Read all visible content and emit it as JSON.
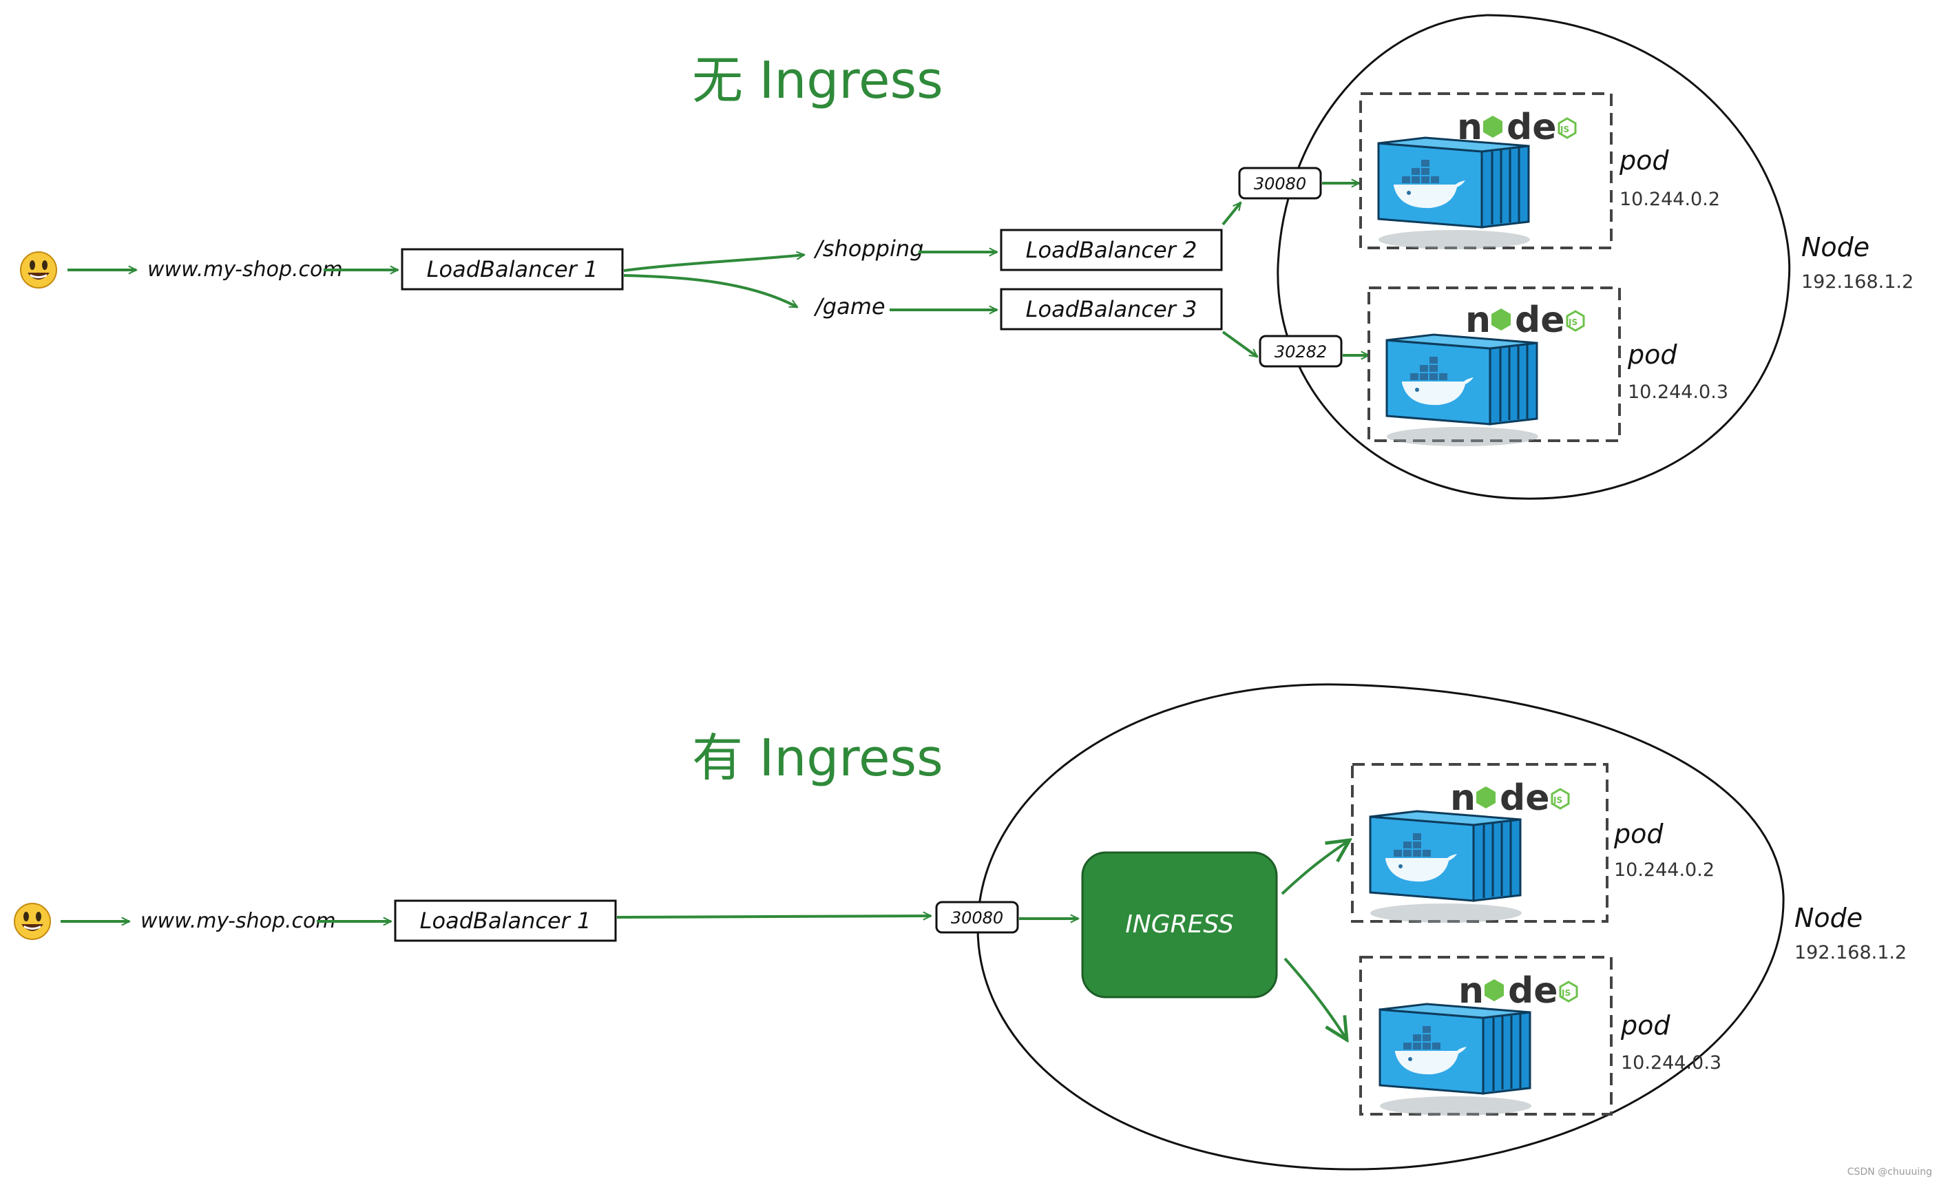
{
  "top": {
    "title": "无 Ingress",
    "domain": "www.my-shop.com",
    "lb1": "LoadBalancer 1",
    "path1": "/shopping",
    "path2": "/game",
    "lb2": "LoadBalancer 2",
    "lb3": "LoadBalancer 3",
    "port1": "30080",
    "port2": "30282",
    "pod1": {
      "label": "pod",
      "ip": "10.244.0.2"
    },
    "pod2": {
      "label": "pod",
      "ip": "10.244.0.3"
    },
    "node": {
      "label": "Node",
      "ip": "192.168.1.2"
    }
  },
  "bottom": {
    "title": "有 Ingress",
    "domain": "www.my-shop.com",
    "lb1": "LoadBalancer 1",
    "port": "30080",
    "ingress": "INGRESS",
    "pod1": {
      "label": "pod",
      "ip": "10.244.0.2"
    },
    "pod2": {
      "label": "pod",
      "ip": "10.244.0.3"
    },
    "node": {
      "label": "Node",
      "ip": "192.168.1.2"
    }
  },
  "logo_text": "node",
  "logo_badge": "JS",
  "watermark": "CSDN @chuuuing",
  "icons": {
    "user": "smiley-face-icon",
    "pod": "docker-container-icon",
    "runtime": "nodejs-logo-icon"
  },
  "colors": {
    "accent_green": "#2f8a3a",
    "ingress_fill": "#2e8b3b",
    "node_logo_green": "#6cc24a",
    "container_blue": "#2fa8e6"
  }
}
